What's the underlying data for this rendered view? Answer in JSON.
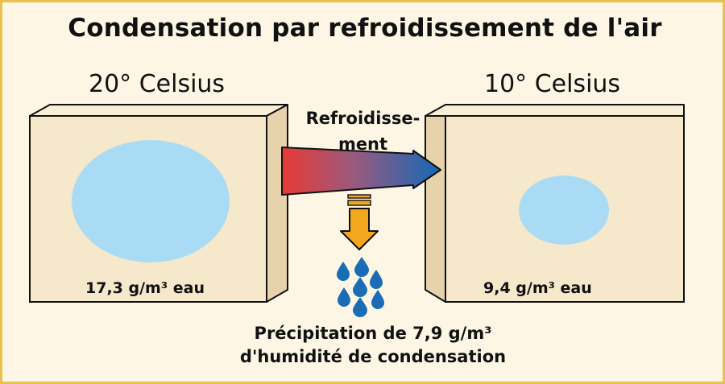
{
  "title": "Condensation par refroidissement de l'air",
  "warm_box": {
    "temperature": "20° Celsius",
    "water_content": "17,3 g/m³ eau"
  },
  "cold_box": {
    "temperature": "10° Celsius",
    "water_content": "9,4 g/m³ eau"
  },
  "process": {
    "line1": "Refroidisse-",
    "line2": "ment"
  },
  "caption": {
    "line1": "Précipitation de 7,9 g/m³",
    "line2": "d'humidité de condensation"
  },
  "colors": {
    "background": "#fdf6e4",
    "border": "#e8c24e",
    "box_fill": "#f6e8cb",
    "water_blob": "#a9dcf4",
    "arrow_warm": "#e83a35",
    "arrow_cool": "#1468b8",
    "down_arrow": "#f2a81d",
    "drops": "#1a6db5"
  }
}
